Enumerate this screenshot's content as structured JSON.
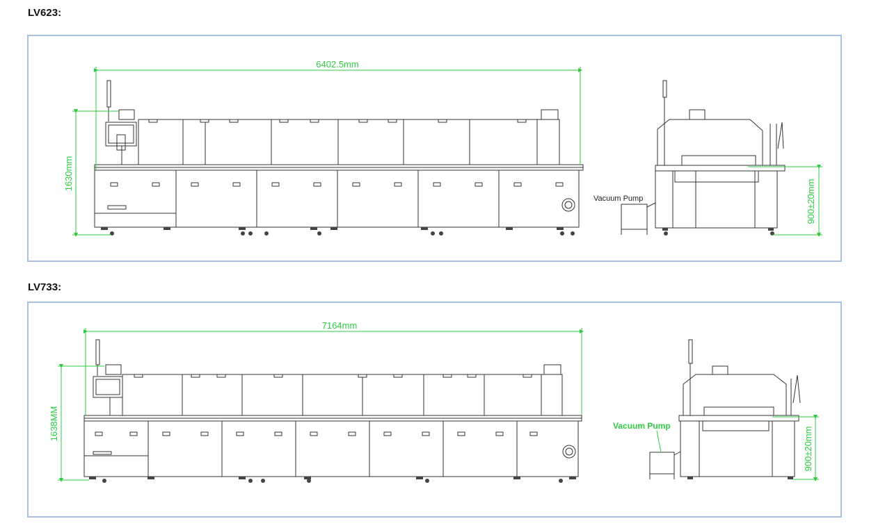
{
  "sections": [
    {
      "heading": "LV623:",
      "width_label": "6402.5mm",
      "height_label": "1630mm",
      "side_height_label": "900±20mm",
      "pump_label": "Vacuum Pump",
      "top_modules": 6,
      "bottom_modules": 6
    },
    {
      "heading": "LV733:",
      "width_label": "7164mm",
      "height_label": "1638MM",
      "side_height_label": "900±20mm",
      "pump_label": "Vacuum Pump",
      "top_modules": 7,
      "bottom_modules": 7
    }
  ],
  "colors": {
    "dimension": "#2ecc40",
    "outline": "#333333",
    "frame": "#a9c1e3"
  }
}
